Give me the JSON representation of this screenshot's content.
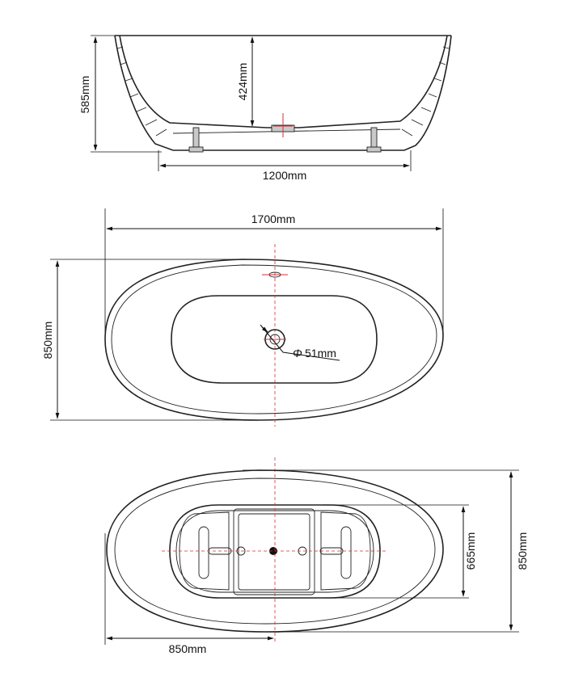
{
  "side_view": {
    "height_label": "585mm",
    "inner_depth_label": "424mm",
    "leg_span_label": "1200mm"
  },
  "top_view": {
    "length_label": "1700mm",
    "width_label": "850mm",
    "drain_label": "51mm",
    "drain_symbol": "Φ"
  },
  "bottom_view": {
    "width_label": "850mm",
    "base_width_label": "665mm",
    "half_length_label": "850mm"
  }
}
